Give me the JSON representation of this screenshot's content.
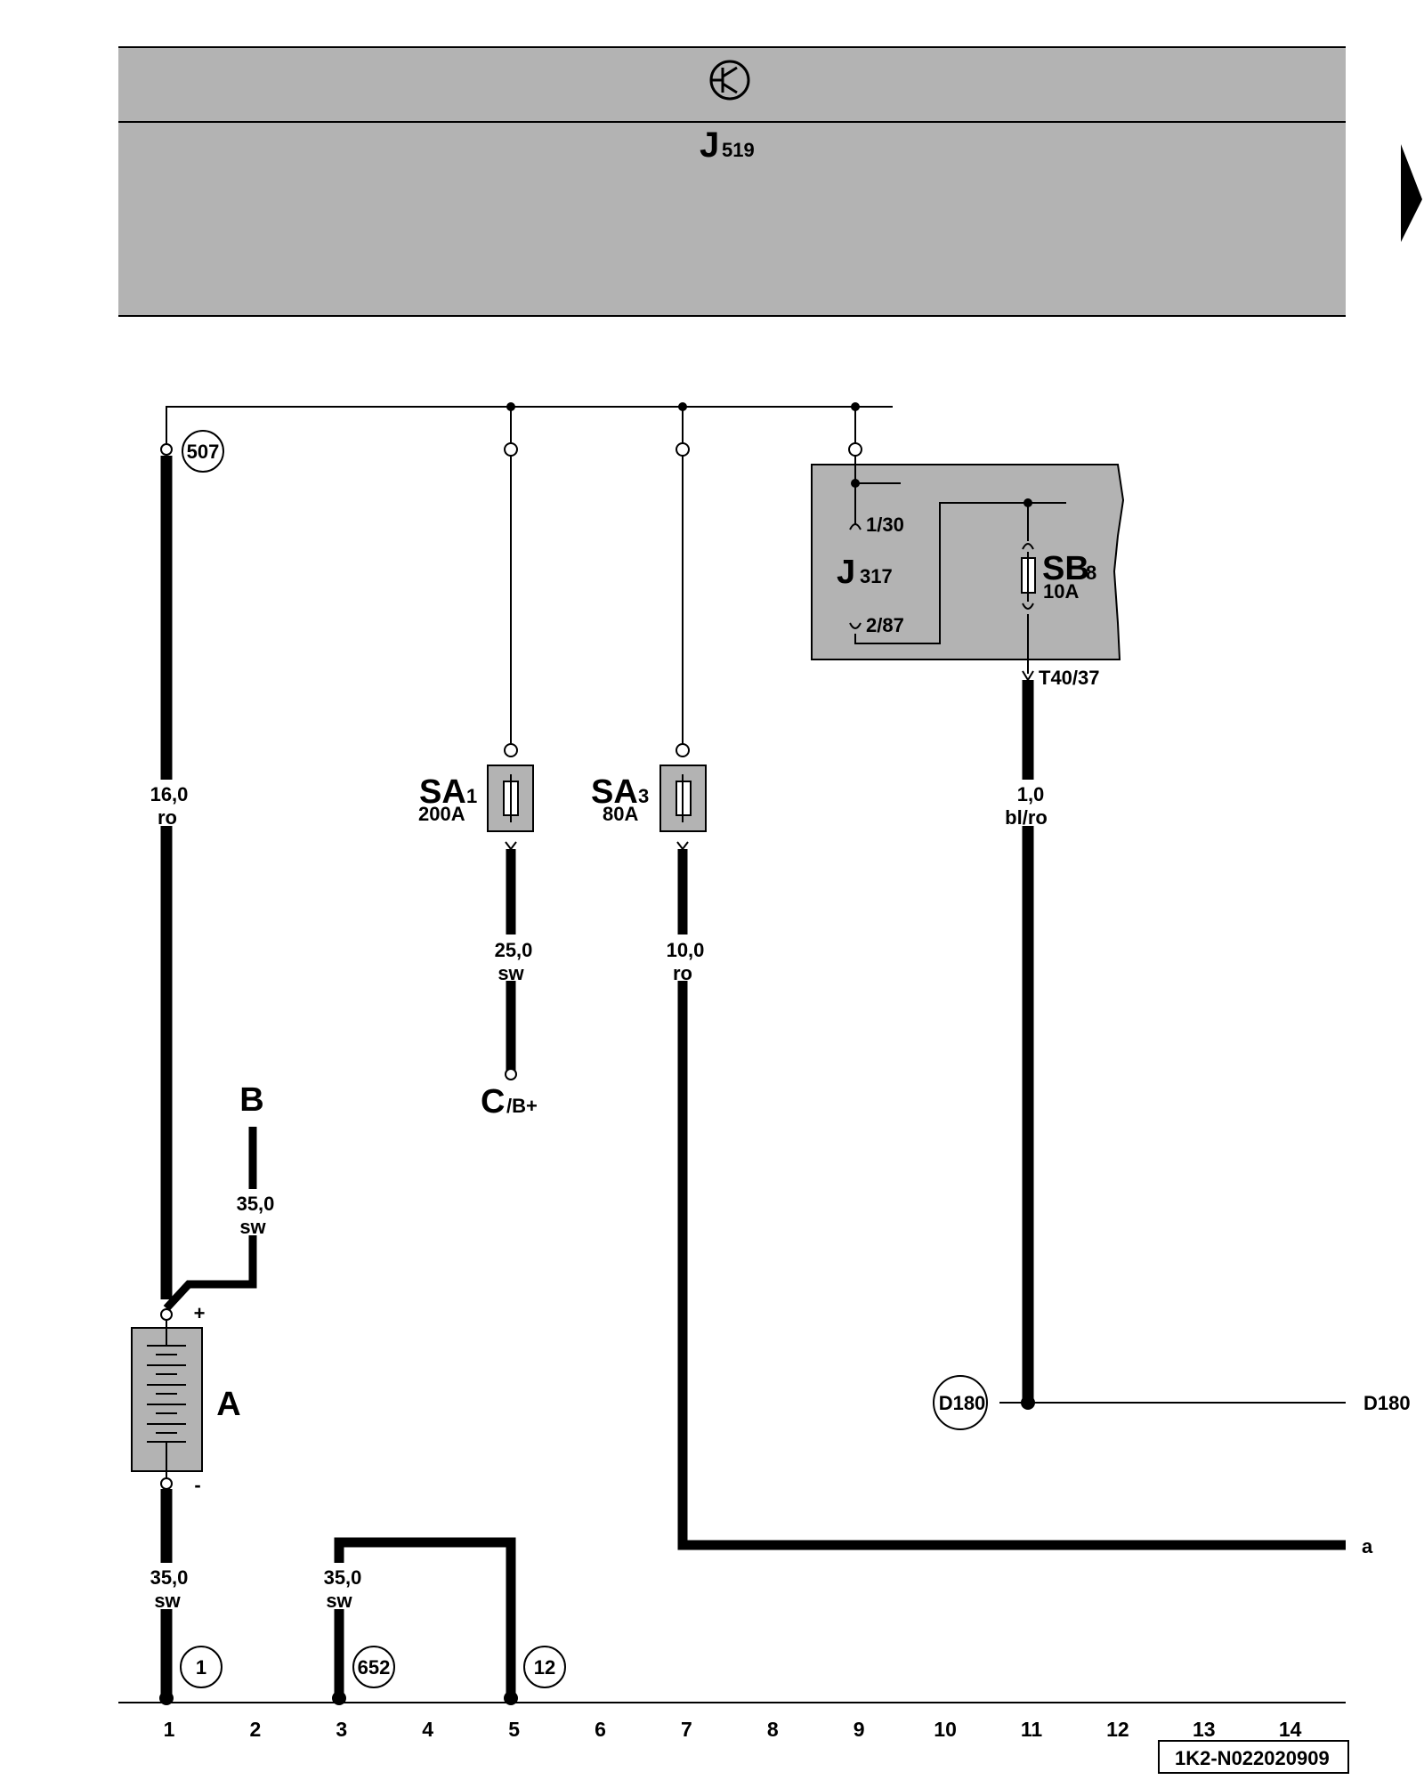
{
  "control_unit": {
    "symbol": "transistor-switch-icon",
    "name": "J",
    "name_sub": "519"
  },
  "colors": {
    "panel_fill": "#b3b3b3",
    "line": "#000000",
    "background": "#ffffff"
  },
  "relay_box": {
    "relay_name": "J",
    "relay_sub": "317",
    "pin_30": "1/30",
    "pin_87": "2/87",
    "fuse_name": "SB",
    "fuse_sub": "8",
    "fuse_rating": "10A",
    "connector": "T40/37"
  },
  "ground_points": {
    "p507": "507",
    "p1": "1",
    "p652": "652",
    "p12": "12",
    "d180": "D180"
  },
  "fuses": {
    "sa1": {
      "name": "SA",
      "sub": "1",
      "rating": "200A"
    },
    "sa3": {
      "name": "SA",
      "sub": "3",
      "rating": "80A"
    }
  },
  "wires": {
    "w1_size": "16,0",
    "w1_color": "ro",
    "w_sa1_size": "25,0",
    "w_sa1_color": "sw",
    "w_sa3_size": "10,0",
    "w_sa3_color": "ro",
    "w_sb8_size": "1,0",
    "w_sb8_color": "bl/ro",
    "w_b_size": "35,0",
    "w_b_color": "sw",
    "w_bat_size": "35,0",
    "w_bat_color": "sw",
    "w3_size": "35,0",
    "w3_color": "sw"
  },
  "components": {
    "battery": "A",
    "battery_plus": "+",
    "battery_minus": "-",
    "alternator": "B",
    "starter": "C",
    "starter_sub": "/B+"
  },
  "continuations": {
    "right_d180": "D180",
    "right_a": "a"
  },
  "columns": [
    "1",
    "2",
    "3",
    "4",
    "5",
    "6",
    "7",
    "8",
    "9",
    "10",
    "11",
    "12",
    "13",
    "14"
  ],
  "page_arrow": "next-page-arrow-icon",
  "drawing_id": "1K2-N022020909"
}
